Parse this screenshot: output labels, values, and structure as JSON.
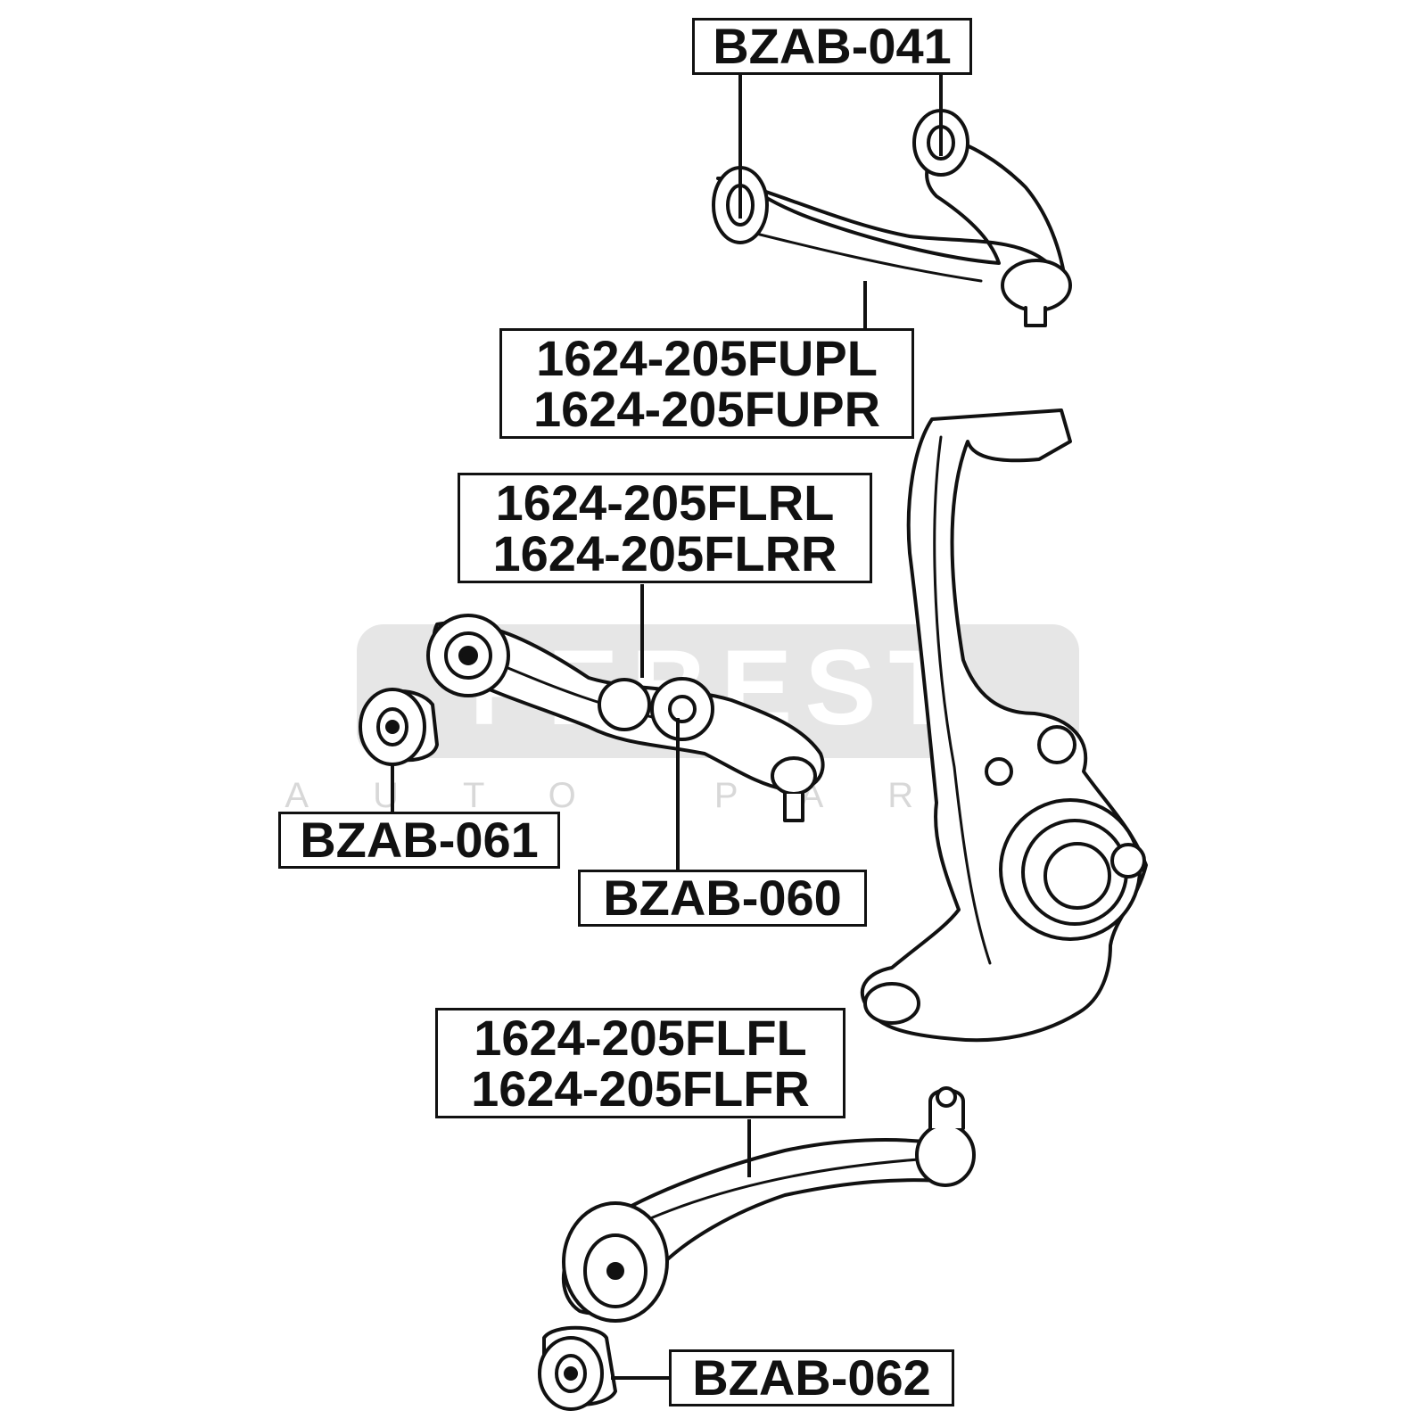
{
  "watermark": {
    "brand": "FEBEST",
    "tagline": "AUTO PARTS",
    "color": "#d4d4d4"
  },
  "colors": {
    "line": "#111111",
    "part_fill": "#ffffff",
    "background": "#ffffff"
  },
  "callouts": {
    "upper_arm_bushing": "BZAB-041",
    "upper_arm": [
      "1624-205FUPL",
      "1624-205FUPR"
    ],
    "rear_lower_arm": [
      "1624-205FLRL",
      "1624-205FLRR"
    ],
    "rear_arm_bushing_left": "BZAB-061",
    "rear_arm_bushing_mid": "BZAB-060",
    "front_lower_arm": [
      "1624-205FLFL",
      "1624-205FLFR"
    ],
    "front_arm_bushing": "BZAB-062"
  }
}
